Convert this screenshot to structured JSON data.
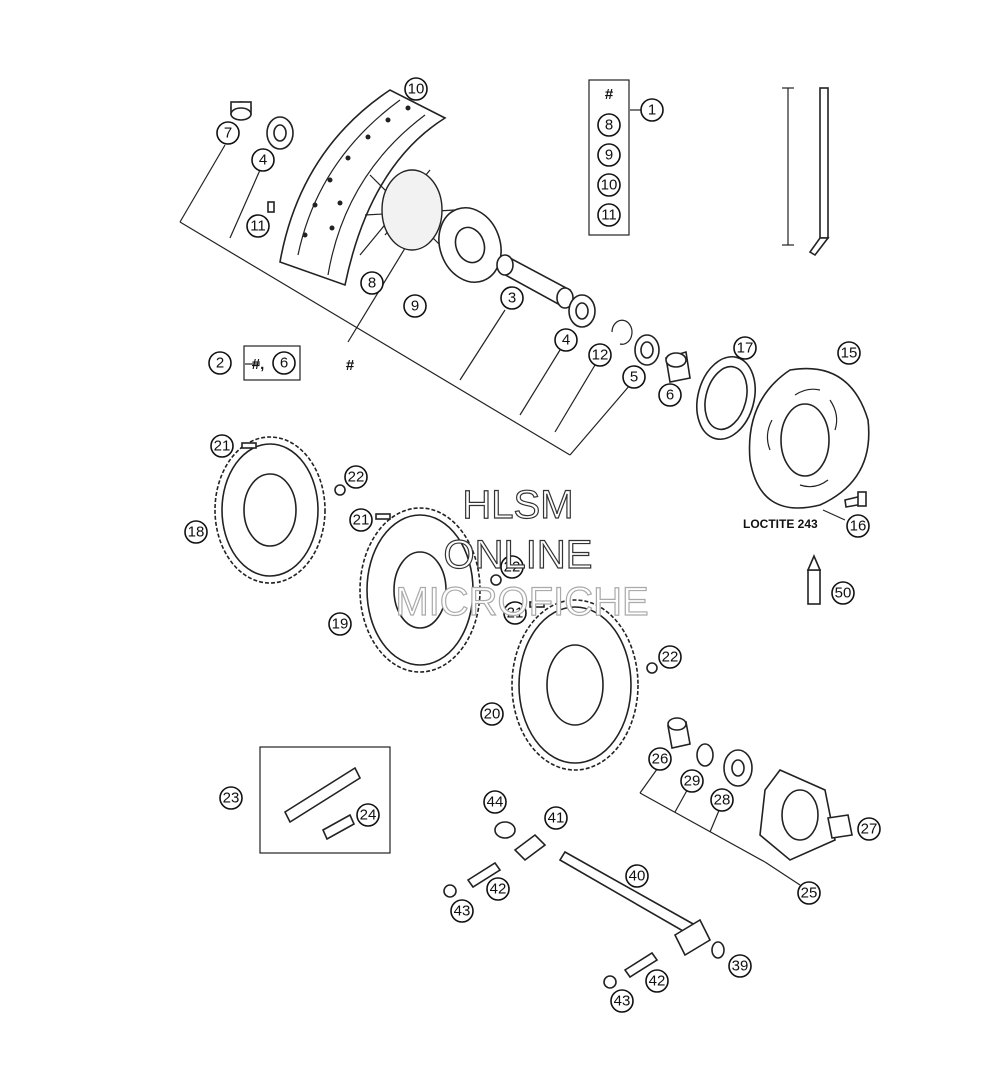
{
  "callouts": [
    "1",
    "2",
    "3",
    "4",
    "4",
    "5",
    "6",
    "6",
    "7",
    "8",
    "8",
    "9",
    "9",
    "10",
    "10",
    "11",
    "11",
    "12",
    "15",
    "16",
    "17",
    "18",
    "19",
    "20",
    "21",
    "21",
    "21",
    "22",
    "22",
    "22",
    "23",
    "24",
    "25",
    "26",
    "27",
    "28",
    "29",
    "39",
    "40",
    "41",
    "42",
    "42",
    "43",
    "43",
    "44",
    "50"
  ],
  "boxes": {
    "kit_1": {
      "hash": "#",
      "items": [
        "8",
        "9",
        "10",
        "11"
      ]
    },
    "kit_2": {
      "hash": "#,",
      "item": "6"
    }
  },
  "hash_mark": "#",
  "loctite_label": "LOCTITE 243",
  "watermark": {
    "line1": "HLSM",
    "line2": "ONLINE",
    "line3": "MICROFICHE"
  }
}
